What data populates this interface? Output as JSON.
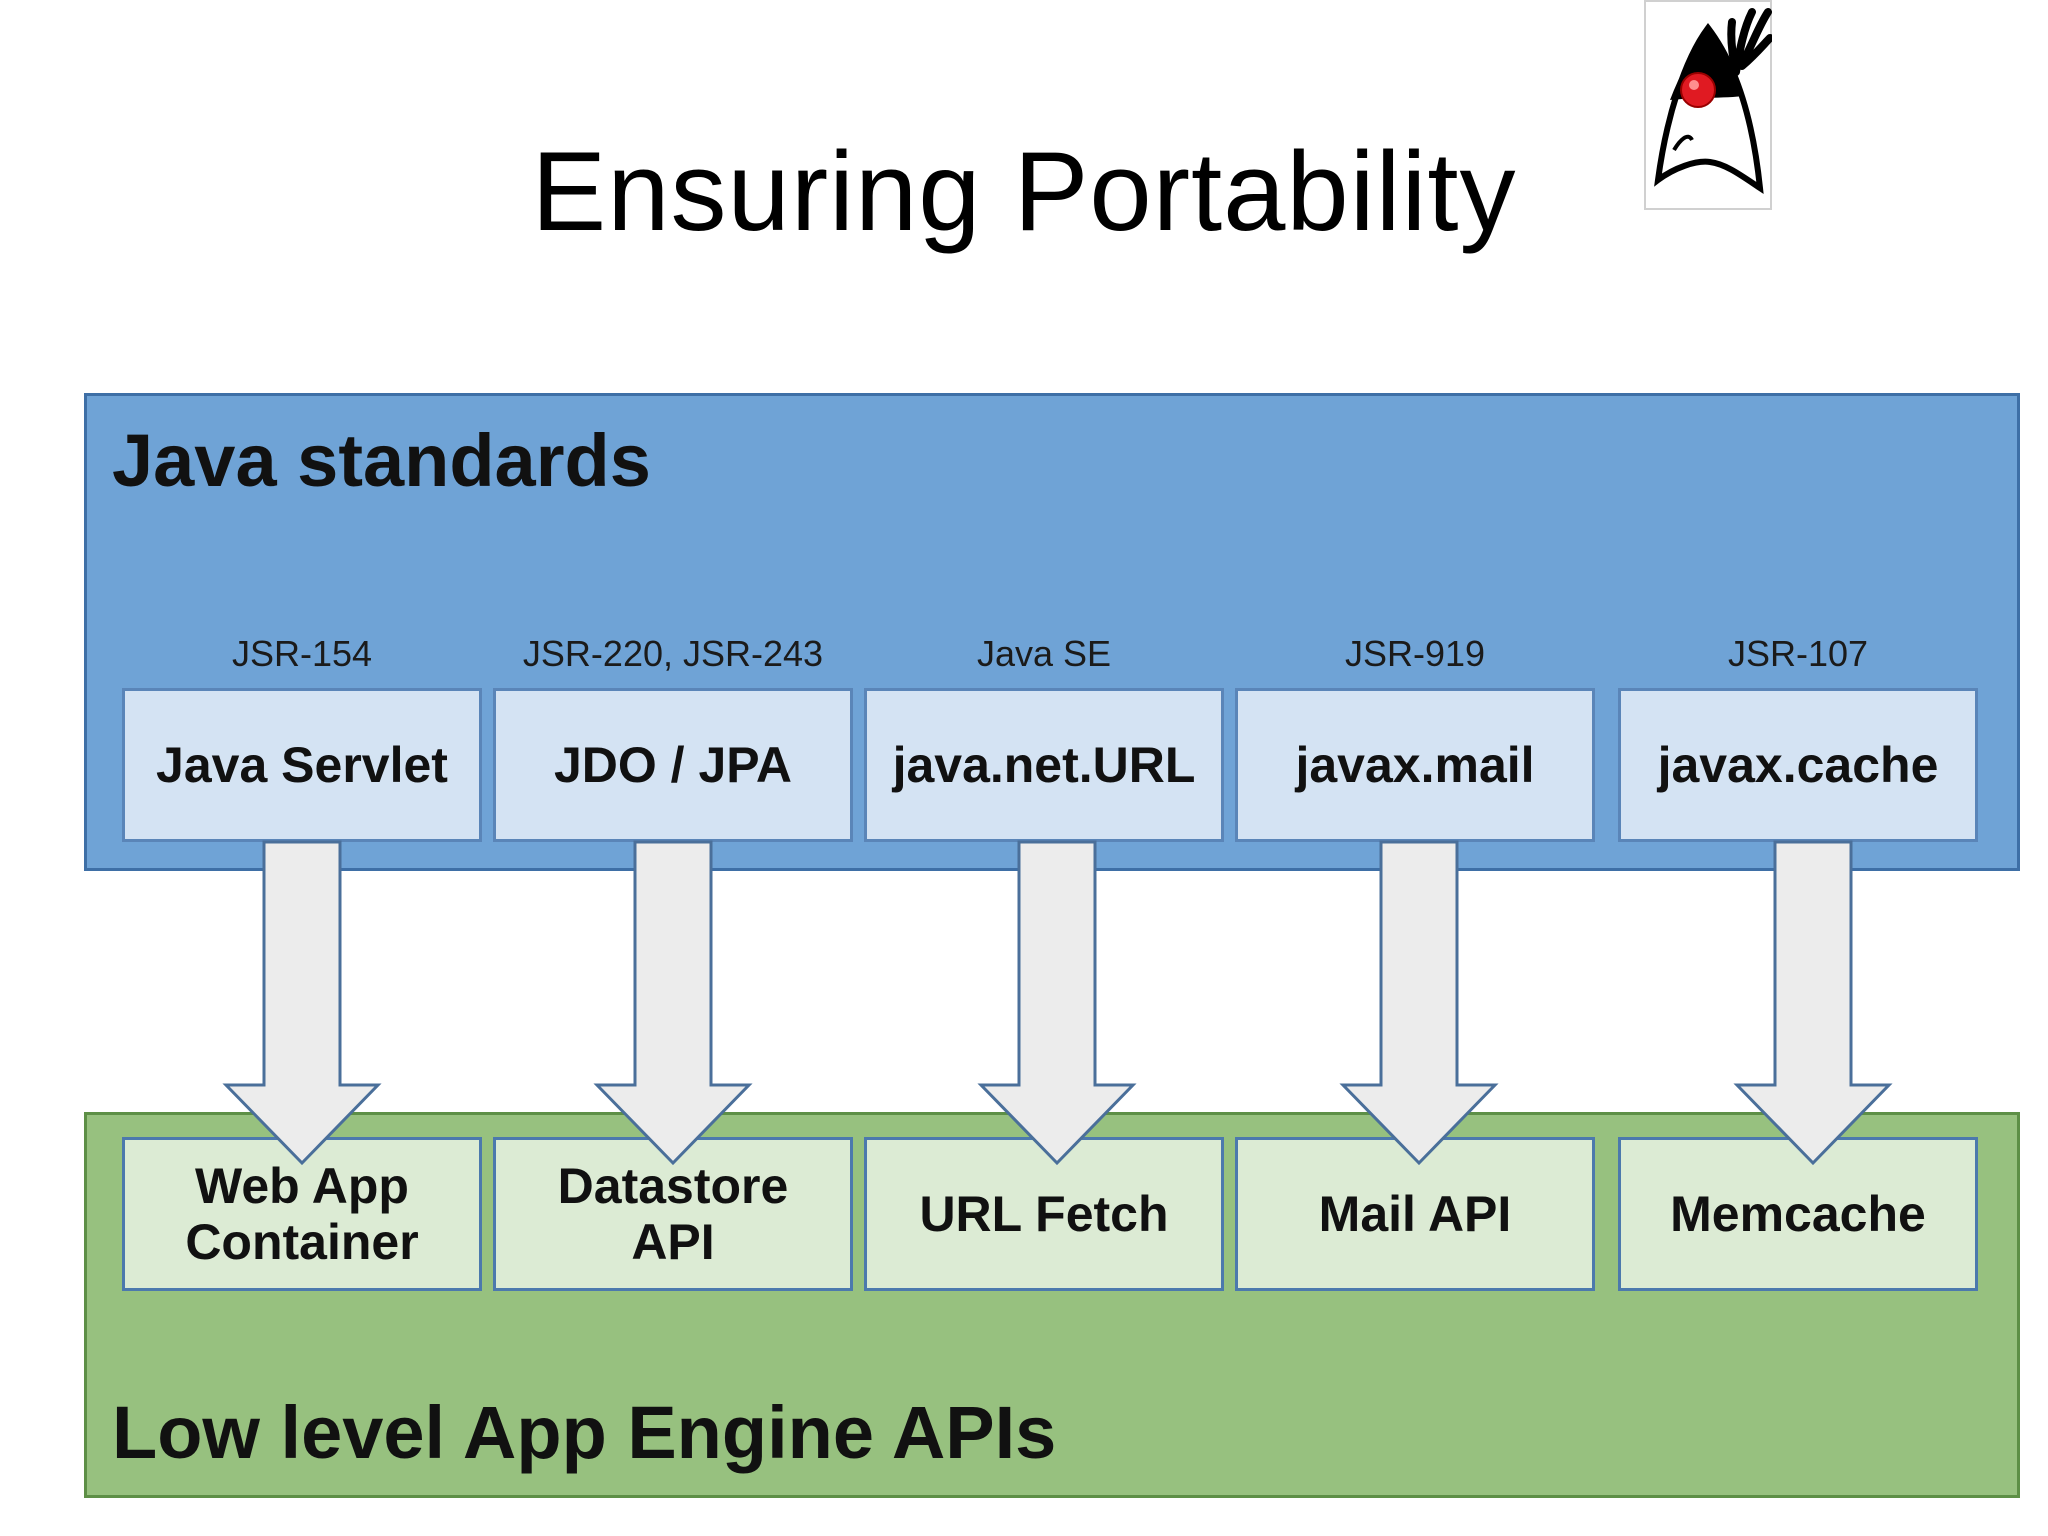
{
  "title": "Ensuring Portability",
  "logo": {
    "name": "java-duke-mascot",
    "colors": {
      "nose": "#e01a22",
      "outline": "#000000"
    }
  },
  "top_layer": {
    "heading": "Java standards",
    "color": "#6fa3d6",
    "items": [
      {
        "spec": "JSR-154",
        "label": "Java Servlet"
      },
      {
        "spec": "JSR-220, JSR-243",
        "label": "JDO / JPA"
      },
      {
        "spec": "Java SE",
        "label": "java.net.URL"
      },
      {
        "spec": "JSR-919",
        "label": "javax.mail"
      },
      {
        "spec": "JSR-107",
        "label": "javax.cache"
      }
    ]
  },
  "bottom_layer": {
    "heading": "Low level App Engine APIs",
    "color": "#97c17f",
    "items": [
      {
        "label": "Web App\nContainer"
      },
      {
        "label": "Datastore\nAPI"
      },
      {
        "label": "URL Fetch"
      },
      {
        "label": "Mail API"
      },
      {
        "label": "Memcache"
      }
    ]
  }
}
